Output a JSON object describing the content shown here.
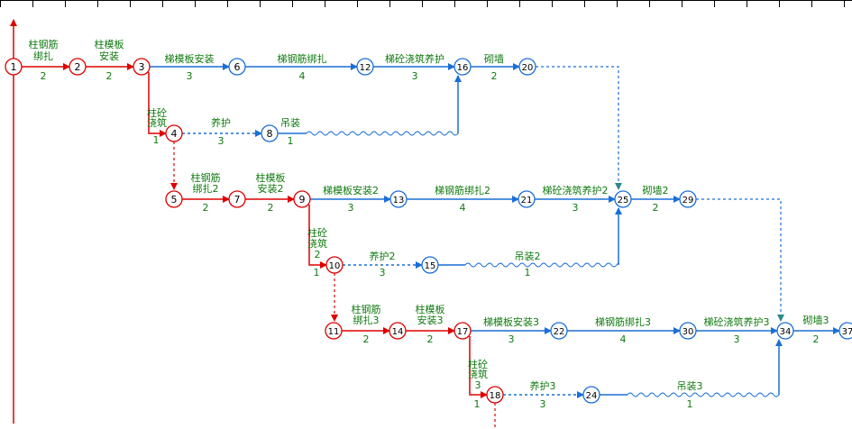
{
  "colors": {
    "critical": "#dd0000",
    "normal": "#1a6fd6",
    "label": "#0f7a0f",
    "grid": "#000000",
    "dummy_end": "#2a8a8a"
  },
  "nodes": [
    {
      "id": "n1",
      "label": "1",
      "critical": true
    },
    {
      "id": "n2",
      "label": "2",
      "critical": true
    },
    {
      "id": "n3",
      "label": "3",
      "critical": true
    },
    {
      "id": "n4",
      "label": "4",
      "critical": true
    },
    {
      "id": "n5",
      "label": "5",
      "critical": true
    },
    {
      "id": "n6",
      "label": "6",
      "critical": false
    },
    {
      "id": "n7",
      "label": "7",
      "critical": true
    },
    {
      "id": "n8",
      "label": "8",
      "critical": false
    },
    {
      "id": "n9",
      "label": "9",
      "critical": true
    },
    {
      "id": "n10",
      "label": "10",
      "critical": true
    },
    {
      "id": "n11",
      "label": "11",
      "critical": true
    },
    {
      "id": "n12",
      "label": "12",
      "critical": false
    },
    {
      "id": "n13",
      "label": "13",
      "critical": false
    },
    {
      "id": "n14",
      "label": "14",
      "critical": true
    },
    {
      "id": "n15",
      "label": "15",
      "critical": false
    },
    {
      "id": "n16",
      "label": "16",
      "critical": false
    },
    {
      "id": "n17",
      "label": "17",
      "critical": true
    },
    {
      "id": "n18",
      "label": "18",
      "critical": true
    },
    {
      "id": "n20",
      "label": "20",
      "critical": false
    },
    {
      "id": "n21",
      "label": "21",
      "critical": false
    },
    {
      "id": "n22",
      "label": "22",
      "critical": false
    },
    {
      "id": "n24",
      "label": "24",
      "critical": false
    },
    {
      "id": "n25",
      "label": "25",
      "critical": false
    },
    {
      "id": "n29",
      "label": "29",
      "critical": false
    },
    {
      "id": "n30",
      "label": "30",
      "critical": false
    },
    {
      "id": "n34",
      "label": "34",
      "critical": false
    },
    {
      "id": "n37",
      "label": "37",
      "critical": false
    }
  ],
  "activities": [
    {
      "id": "a1-2",
      "name": "柱钢筋绑扎",
      "duration": "2",
      "critical": true
    },
    {
      "id": "a2-3",
      "name": "柱模板安装",
      "duration": "2",
      "critical": true
    },
    {
      "id": "a3-6",
      "name": "梯模板安装",
      "duration": "3",
      "critical": false
    },
    {
      "id": "a6-12",
      "name": "梯钢筋绑扎",
      "duration": "4",
      "critical": false
    },
    {
      "id": "a12-16",
      "name": "梯砼浇筑养护",
      "duration": "3",
      "critical": false
    },
    {
      "id": "a16-20",
      "name": "砌墙",
      "duration": "2",
      "critical": false
    },
    {
      "id": "a3-4",
      "name": "柱砼浇筑",
      "duration": "1",
      "critical": true
    },
    {
      "id": "a4-8",
      "name": "养护",
      "duration": "3",
      "critical": false
    },
    {
      "id": "a8-16",
      "name": "吊装",
      "duration": "1",
      "critical": false
    },
    {
      "id": "a5-7",
      "name": "柱钢筋绑扎2",
      "duration": "2",
      "critical": true
    },
    {
      "id": "a7-9",
      "name": "柱模板安装2",
      "duration": "2",
      "critical": true
    },
    {
      "id": "a9-13",
      "name": "梯模板安装2",
      "duration": "3",
      "critical": false
    },
    {
      "id": "a13-21",
      "name": "梯钢筋绑扎2",
      "duration": "4",
      "critical": false
    },
    {
      "id": "a21-25",
      "name": "梯砼浇筑养护2",
      "duration": "3",
      "critical": false
    },
    {
      "id": "a25-29",
      "name": "砌墙2",
      "duration": "2",
      "critical": false
    },
    {
      "id": "a9-10",
      "name": "柱砼浇筑2",
      "duration": "1",
      "critical": true
    },
    {
      "id": "a10-15",
      "name": "养护2",
      "duration": "3",
      "critical": false
    },
    {
      "id": "a15-25",
      "name": "吊装2",
      "duration": "1",
      "critical": false
    },
    {
      "id": "a11-14",
      "name": "柱钢筋绑扎3",
      "duration": "2",
      "critical": true
    },
    {
      "id": "a14-17",
      "name": "柱模板安装3",
      "duration": "2",
      "critical": true
    },
    {
      "id": "a17-22",
      "name": "梯模板安装3",
      "duration": "3",
      "critical": false
    },
    {
      "id": "a22-30",
      "name": "梯钢筋绑扎3",
      "duration": "4",
      "critical": false
    },
    {
      "id": "a30-34",
      "name": "梯砼浇筑养护3",
      "duration": "3",
      "critical": false
    },
    {
      "id": "a34-37",
      "name": "砌墙3",
      "duration": "2",
      "critical": false
    },
    {
      "id": "a17-18",
      "name": "柱砼浇筑3",
      "duration": "1",
      "critical": true
    },
    {
      "id": "a18-24",
      "name": "养护3",
      "duration": "3",
      "critical": false
    },
    {
      "id": "a24-34",
      "name": "吊装3",
      "duration": "1",
      "critical": false
    }
  ]
}
